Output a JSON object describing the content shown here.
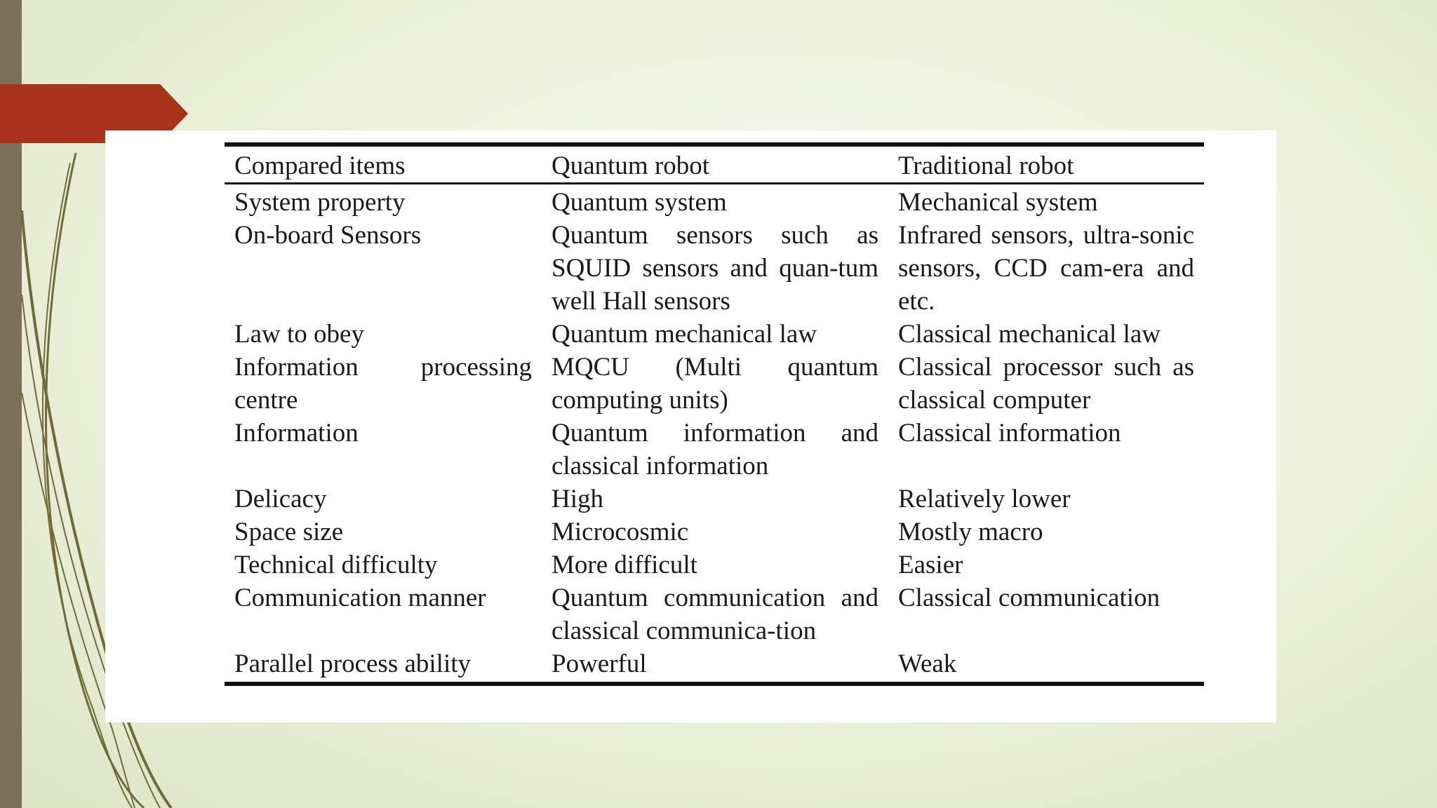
{
  "colors": {
    "background": "#eef2de",
    "left_bar": "#7b7058",
    "accent_tab": "#a8321a",
    "panel": "#ffffff",
    "decor_line": "#6f6a3c"
  },
  "table": {
    "headers": [
      "Compared items",
      "Quantum robot",
      "Traditional robot"
    ],
    "rows": [
      [
        "System property",
        "Quantum system",
        "Mechanical system"
      ],
      [
        "On-board Sensors",
        "Quantum sensors such as SQUID sensors and quan-tum well Hall sensors",
        "Infrared sensors, ultra-sonic sensors, CCD cam-era and etc."
      ],
      [
        "Law to obey",
        "Quantum mechanical law",
        "Classical mechanical law"
      ],
      [
        "Information processing centre",
        "MQCU (Multi quantum computing units)",
        "Classical processor such as classical computer"
      ],
      [
        "Information",
        "Quantum information and classical information",
        "Classical information"
      ],
      [
        "Delicacy",
        "High",
        "Relatively lower"
      ],
      [
        "Space size",
        "Microcosmic",
        "Mostly macro"
      ],
      [
        "Technical difficulty",
        "More difficult",
        "Easier"
      ],
      [
        "Communication manner",
        "Quantum communication and classical communica-tion",
        "Classical communication"
      ],
      [
        "Parallel process ability",
        "Powerful",
        "Weak"
      ]
    ]
  }
}
